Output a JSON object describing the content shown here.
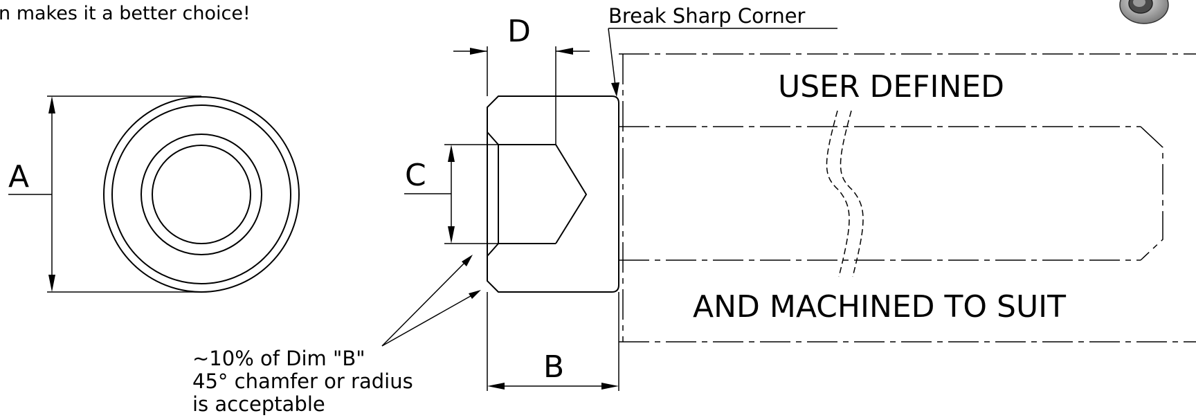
{
  "header_note": "n makes it a better choice!",
  "break_sharp_corner": "Break Sharp Corner",
  "dimensions": {
    "a": "A",
    "b": "B",
    "c": "C",
    "d": "D"
  },
  "user_defined": "USER DEFINED",
  "machined_to_suit": "AND MACHINED TO SUIT",
  "chamfer_note": {
    "line1": "~10% of Dim \"B\"",
    "line2": "45° chamfer or radius",
    "line3": "is acceptable"
  },
  "icon": "isometric-part-thumbnail-icon"
}
